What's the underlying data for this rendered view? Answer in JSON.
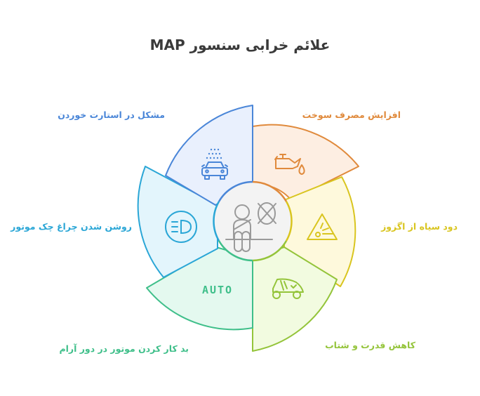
{
  "title": "علائم خرابی سنسور MAP",
  "center_icon": "seatbelt-person-icon",
  "segments": [
    {
      "label": "افزایش مصرف سوخت",
      "icon": "oil-can-icon",
      "color": "#e08a3c",
      "fill": "#fdeee2"
    },
    {
      "label": "دود سیاه از اگزوز",
      "icon": "exhaust-warning-icon",
      "color": "#d9c51f",
      "fill": "#fef9dc"
    },
    {
      "label": "کاهش قدرت و شتاب",
      "icon": "buggy-car-icon",
      "color": "#94c43a",
      "fill": "#f2fbe0"
    },
    {
      "label": "بد کار کردن موتور در دور آرام",
      "icon": "auto-text-icon",
      "icon_text": "AUTO",
      "color": "#3fbf8a",
      "fill": "#e4f9ef"
    },
    {
      "label": "روشن شدن چراغ چک موتور",
      "icon": "headlight-icon",
      "color": "#2aa6d6",
      "fill": "#e3f5fc"
    },
    {
      "label": "مشکل در استارت خوردن",
      "icon": "car-wash-icon",
      "color": "#4a86d8",
      "fill": "#e9f0fd"
    }
  ]
}
